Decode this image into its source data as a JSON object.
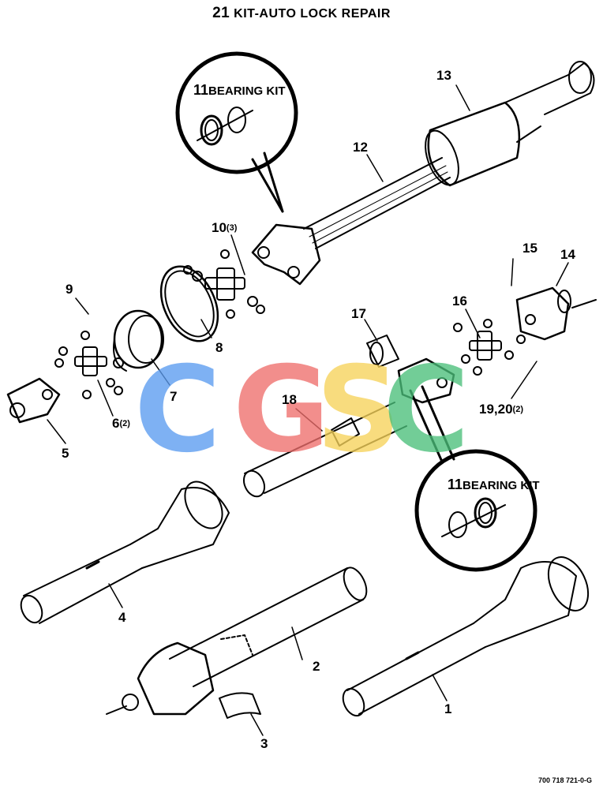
{
  "title": {
    "number": "21",
    "text": "KIT-AUTO LOCK REPAIR"
  },
  "kits": [
    {
      "number": "11",
      "text": "BEARING KIT"
    },
    {
      "number": "11",
      "text": "BEARING KIT"
    }
  ],
  "callouts": {
    "c1": "1",
    "c2": "2",
    "c3": "3",
    "c4": "4",
    "c5": "5",
    "c6": "6",
    "c6q": "(2)",
    "c7": "7",
    "c8": "8",
    "c9": "9",
    "c10": "10",
    "c10q": "(3)",
    "c12": "12",
    "c13": "13",
    "c14": "14",
    "c15": "15",
    "c16": "16",
    "c17": "17",
    "c18": "18",
    "c19": "19,20",
    "c19q": "(2)"
  },
  "watermark": {
    "letters": [
      "C",
      "G",
      "S",
      "C"
    ],
    "colors": [
      "#5b9cf0",
      "#ef6f6c",
      "#f7d35a",
      "#4bbf7a"
    ]
  },
  "footer": "700 718 721-0-G"
}
